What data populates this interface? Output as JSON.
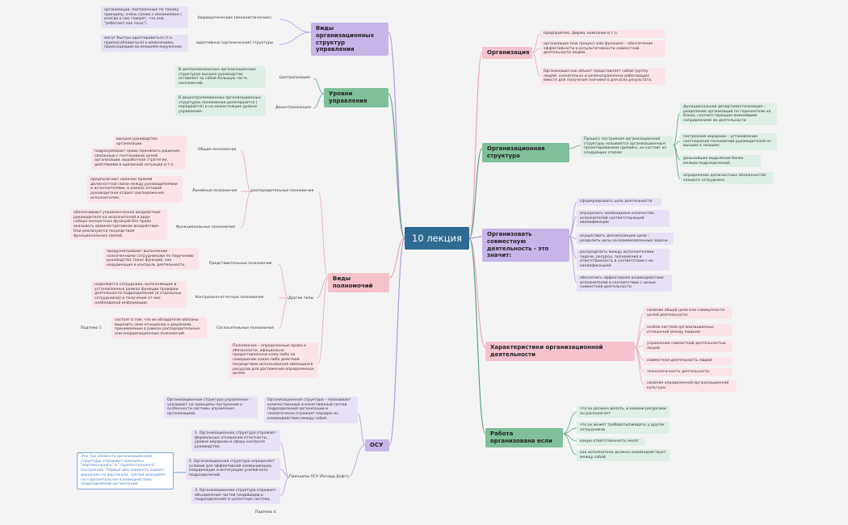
{
  "root": "10 лекция",
  "right": {
    "org": {
      "label": "Организация",
      "leaves": [
        "предприятие, фирма, компания и т.п.",
        "организация (как процесс или функция) – обеспечение эффективности и результативности совместной деятельности людей.",
        "Организация как объект представляет собой группу людей, сознательно и целенаправленно работающих вместе для получения значимого для всех результата."
      ]
    },
    "struct": {
      "label": "Организационная структура",
      "desc": "Процесс построения организационной структуры называется организационным проектированием (дизайн), он состоит из следующих этапов:",
      "steps": [
        "функциональная департаментализация – разделение организации по горизонтали на блоки, соответствующие важнейшим направлениям ее деятельности",
        "построение иерархии – установление соотношения полномочий руководителей от высших к низшим;",
        "дальнейшее выделение более мелких подразделений;",
        "определение должностных обязанностей каждого сотрудника."
      ]
    },
    "joint": {
      "label": "Организовать совместную деятельность - это значит:",
      "leaves": [
        "сформулировать цель деятельности",
        "определить необходимое количество исполнителей соответствующей квалификации",
        "осуществить декомпозицию цели – разделить цель на взаимосвязанные задачи",
        "распределить между исполнителями задачи, ресурсы, полномочия и ответственность в соответствии с их квалификацией",
        "обеспечить эффективное взаимодействие исполнителей в соответствии с целью совместной деятельности"
      ]
    },
    "chars": {
      "label": "Характеристики организационной деятельности",
      "leaves": [
        "наличие общей цели или совокупности целей деятельности",
        "особая система организационных отношений между людьми",
        "управление совместной деятельностью людей",
        "совместная деятельность людей",
        "технологичность деятельности",
        "наличие определенной организационной культуры"
      ]
    },
    "work": {
      "label": "Работа организована если",
      "leaves": [
        "что он должен делать, и какими ресурсами он располагает",
        "что он может требовать/ожидать у других сотрудников",
        "какую ответственность несет",
        "как исполнители должны взаимодействует между собой"
      ]
    }
  },
  "left": {
    "types": {
      "label": "Виды организационных структур управления",
      "items": [
        {
          "label": "бюрократические (механистические)",
          "desc": "организации, построенные по такому принципу, очень схожи с механизмом ( иногда о них говорят, что они \"работают как часы\")."
        },
        {
          "label": "адаптивные (органические) структуры",
          "desc": "могут быстро адаптироваться (т.е. приспосабливаться) к изменениям, происходящим во внешнем окружении."
        }
      ]
    },
    "levels": {
      "label": "Уровни управления",
      "items": [
        {
          "label": "Централизация",
          "desc": "В централизованных организационных структурах высшее руководство оставляет за собой большую часть полномочий."
        },
        {
          "label": "Децентрализация",
          "desc": "В децентрализованных организационных структурах полномочия делегируются ( передаются) и на нижестоящие уровни управления."
        }
      ]
    },
    "powers": {
      "label": "Виды полномочий",
      "dist": "распорядительные полномочия",
      "general": {
        "label": "Общие полномочия",
        "d1": "высшее руководство организации.",
        "d2": "подразумевают право принимать решения, связанные с постановкой целей организации, выработкой стратегии, действиями в кризисной ситуации и т.п."
      },
      "linear": {
        "label": "Линейные полномочия",
        "desc": "предполагают наличие прямой должностной связи между руководителями и исполнителями, в рамках которой руководители отдают распоряжения исполнителям."
      },
      "functional": {
        "label": "Функциональные полномочия",
        "desc": "обеспечивают управленческое воздействие руководителя на исполнителей в виде набора конкретных функций без права оказывать административное воздействие. Они реализуются посредством функциональных связей."
      },
      "other": "Другие типы",
      "rep": {
        "label": "Представительные полномочия",
        "desc": "предусматривают выполнение назначенными сотрудниками по поручению руководства таких функций, как координация и контроль деятельности."
      },
      "ctrl": {
        "label": "Контрольно-отчетные полномочия",
        "desc": "наделяются сотрудники, выполняющие в установленных рамках функции проверки деятельности подразделений (и отдельных сотрудников) и получения от них необходимой информации."
      },
      "agree": {
        "label": "Согласительные полномочия",
        "desc": "состоят в том, что их обладатели обязаны выразить свое отношение к решениям, принимаемым в рамках распорядительных или координационных полномочий.",
        "sub": "Подтема 1"
      },
      "def": "Полномочие – определенные права и обязанности, официально предоставленные кому-либо на совершение каких-либо действий посредством использования имеющихся ресурсов для достижения определенных целей."
    },
    "osu": {
      "label": "ОСУ",
      "def1": "Организационная структура управления - указывает на принципы построения и особенности системы управления организацией.",
      "def2": "Организационная структура – показывает количественный и качественный состав подразделений организации и схематически отражает порядок их взаимодействия между собой.",
      "principles": "Принципы ОСУ (Ричард Дафт)",
      "p": [
        "1. Организационная структура отражает формальные отношения отчетности, уровни иерархии и сферу контроля руководства.",
        "2. Организационная структура определяет условия для эффективной коммуникации, координации и интеграции усилий всех подразделений.",
        "3. Организационная структура отражает объединение частей (индивидов и подразделений) в целостную систему."
      ],
      "note": "Эти три элемента организационной структуры отражают принципы \"вертикального\" и \"горизонтального\" построения. Первые два элемента задают иерархию по вертикали, третий указывает на горизонтальное взаимодействие подразделений организации",
      "sub": "Подтема 4"
    }
  },
  "colors": {
    "root": "#2e6a91",
    "pink": "#f6c3cd",
    "green": "#7fbf9a",
    "purple": "#c7b5e8",
    "edgePink": "#e8a6b3",
    "edgeGreen": "#5aa57c",
    "edgePurple": "#b49ae0",
    "edgeBlue": "#5a8fd0"
  }
}
